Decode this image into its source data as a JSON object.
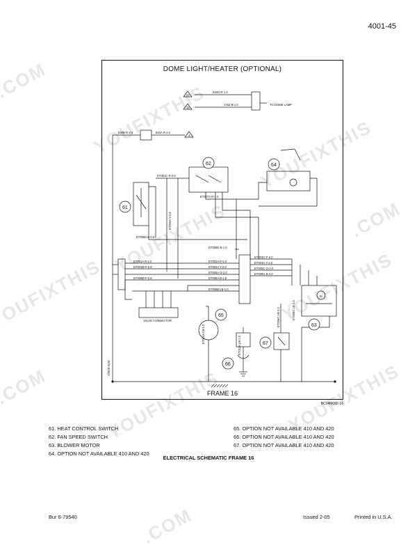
{
  "page": {
    "number": "4001-45",
    "footer_left": "Bur 6-79540",
    "footer_issued": "Issued  2-05",
    "footer_printed": "Printed in U.S.A."
  },
  "watermark": {
    "text": "YOUFIXTHIS",
    "short": ".COM"
  },
  "diagram": {
    "title": "DOME LIGHT/HEATER (OPTIONAL)",
    "frame_label": "FRAME 16",
    "figure_code": "BC04M092-16",
    "caption": "ELECTRICAL SCHEMATIC FRAME 16",
    "callouts": [
      "61",
      "62",
      "63",
      "64",
      "65",
      "66",
      "67"
    ],
    "references": [
      "14",
      "15",
      "3"
    ],
    "connector_label": "VALVE CONNECTOR",
    "dome_lamp_label": "TO DOME LAMP",
    "motor_symbol": "M",
    "wires": {
      "w540g": "540G R-1.0",
      "w176z": "176Z B-1.0",
      "w820b": "820B R-2.0",
      "w820a": "820A R-2.0",
      "et001c": "ET001C R-0.8",
      "et007a": "ET007A R-1.0",
      "et008e": "ET008E B-0.8",
      "et009a": "ET009A Y-0.8",
      "et001a": "ET001A R-2.0",
      "et001b": "ET001B R-0.8",
      "et008b": "ET008B R-0.8",
      "et008d": "ET008D B-1.0",
      "et003a": "ET003A P-2.0",
      "et004a": "ET004A Y-2.0",
      "et005a": "ET005A O-2.0",
      "et006a": "ET006A B-1.0",
      "et006b": "ET006B LB-1.0",
      "et003c": "ET003C P-2.0",
      "et004c": "ET004C Y-2.0",
      "et005c": "ET005C O-2.0",
      "et008h": "ET008H B-2.0",
      "et010a": "ET010A LB-1.0",
      "et011a": "ET011A LB-1.0",
      "et006c": "ET006C LB-1.0",
      "et008c": "ET008C LB-1.0",
      "ground_bus": "178CE BUS"
    }
  },
  "legend": {
    "left": [
      "61.  HEAT CONTROL SWITCH",
      "62.  FAN SPEED SWITCH",
      "63.  BLOWER MOTOR",
      "64.  OPTION NOT AVAILABLE 410 AND 420"
    ],
    "right": [
      "65.  OPTION NOT AVAILABLE 410 AND 420",
      "66.  OPTION NOT AVAILABLE 410 AND 420",
      "67.  OPTION NOT AVAILABLE 410 AND 420"
    ]
  }
}
